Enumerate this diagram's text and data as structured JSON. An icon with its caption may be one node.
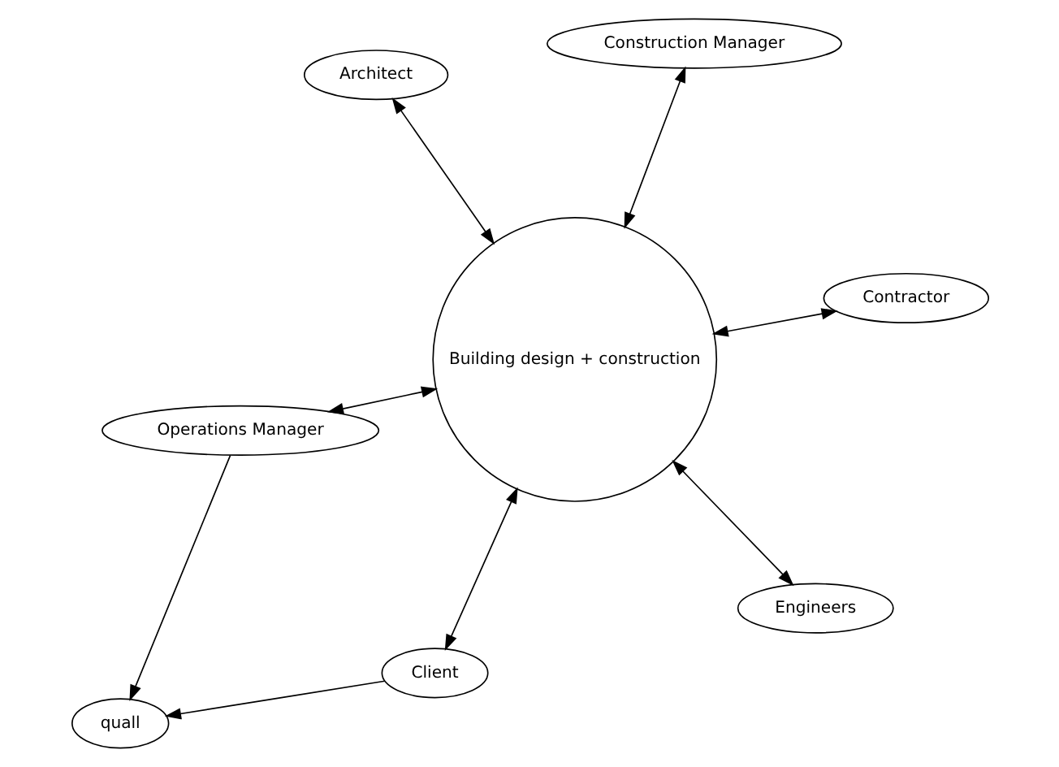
{
  "diagram": {
    "nodes": [
      {
        "text": [
          "Architect"
        ]
      },
      {
        "text": [
          "Contractor"
        ]
      },
      {
        "text": [
          "Client"
        ]
      },
      {
        "text": [
          "Building design + construction"
        ]
      },
      {
        "text": [
          "Construction Manager"
        ]
      },
      {
        "text": [
          "quall"
        ]
      },
      {
        "text": [
          "Operations Manager"
        ]
      },
      {
        "text": [
          "Engineers"
        ]
      }
    ],
    "edges": [
      {
        "from": 0,
        "to": 3,
        "arrow": "both"
      },
      {
        "from": 1,
        "to": 3,
        "arrow": "both"
      },
      {
        "from": 2,
        "to": 3,
        "arrow": "both"
      },
      {
        "from": 3,
        "to": 4,
        "arrow": "both"
      },
      {
        "from": 2,
        "to": 5,
        "arrow": "to"
      },
      {
        "from": 6,
        "to": 3,
        "arrow": "both"
      },
      {
        "from": 7,
        "to": 3,
        "arrow": "both"
      },
      {
        "from": 6,
        "to": 5,
        "arrow": "to"
      }
    ]
  }
}
